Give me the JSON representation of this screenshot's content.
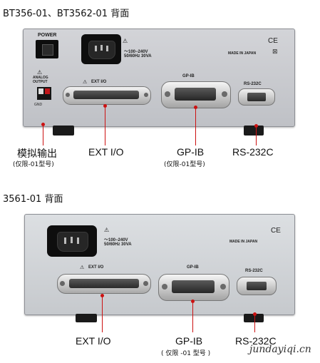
{
  "diagram1": {
    "title": "BT356-01、BT3562-01 背面",
    "panel": {
      "power_label": "POWER",
      "voltage_line1": "～100−240V",
      "voltage_line2": "50/60Hz  30VA",
      "ext_io_label": "EXT I/O",
      "gpib_label": "GP-IB",
      "rs232c_label": "RS-232C",
      "analog_output_label": "ANALOG OUTPUT",
      "gnd_label": "GND",
      "made_in": "MADE IN JAPAN",
      "ce_mark": "CE"
    },
    "callouts": {
      "analog": "模拟输出",
      "analog_note": "(仅限-01型号)",
      "ext_io": "EXT I/O",
      "gpib": "GP-IB",
      "gpib_note": "(仅限-01型号)",
      "rs232c": "RS-232C"
    }
  },
  "diagram2": {
    "title": "3561-01 背面",
    "panel": {
      "voltage_line1": "～100−240V",
      "voltage_line2": "50/60Hz  30VA",
      "ext_io_label": "EXT I/O",
      "gpib_label": "GP-IB",
      "rs232c_label": "RS-232C",
      "made_in": "MADE IN JAPAN",
      "ce_mark": "CE"
    },
    "callouts": {
      "ext_io": "EXT I/O",
      "gpib": "GP-IB",
      "gpib_note": "( 仅限 -01 型号 )",
      "rs232c": "RS-232C"
    }
  },
  "watermark": "jundayiqi.cn"
}
